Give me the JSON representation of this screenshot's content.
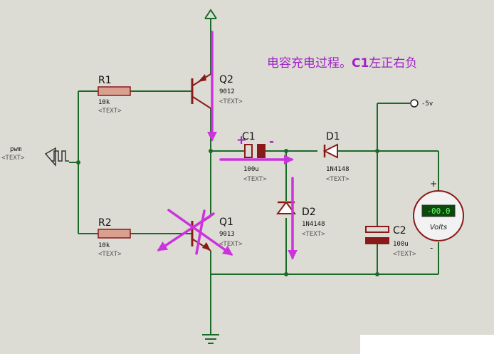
{
  "caption_cn": "电容充电过程。",
  "caption_c1": "C1",
  "caption_tail": "左正右负",
  "source_label": "pwm",
  "source_text": "<TEXT>",
  "supply_label": "-5v",
  "charge_plus": "+",
  "charge_minus": "-",
  "components": {
    "r1": {
      "ref": "R1",
      "value": "10k",
      "text": "<TEXT>"
    },
    "r2": {
      "ref": "R2",
      "value": "10k",
      "text": "<TEXT>"
    },
    "q2": {
      "ref": "Q2",
      "value": "9012",
      "text": "<TEXT>"
    },
    "q1": {
      "ref": "Q1",
      "value": "9013",
      "text": "<TEXT>"
    },
    "c1": {
      "ref": "C1",
      "value": "100u",
      "text": "<TEXT>"
    },
    "c2": {
      "ref": "C2",
      "value": "100u",
      "text": "<TEXT>"
    },
    "d1": {
      "ref": "D1",
      "value": "1N4148",
      "text": "<TEXT>"
    },
    "d2": {
      "ref": "D2",
      "value": "1N4148",
      "text": "<TEXT>"
    }
  },
  "voltmeter": {
    "display": "-00.0",
    "unit": "Volts",
    "plus": "+",
    "minus": "-"
  },
  "colors": {
    "wire": "#1a6a28",
    "body": "#8a1a1a",
    "resistor_fill": "#d9a090",
    "arrow": "#cc33dd",
    "caption": "#a020c8",
    "background": "#dcdcd4"
  }
}
